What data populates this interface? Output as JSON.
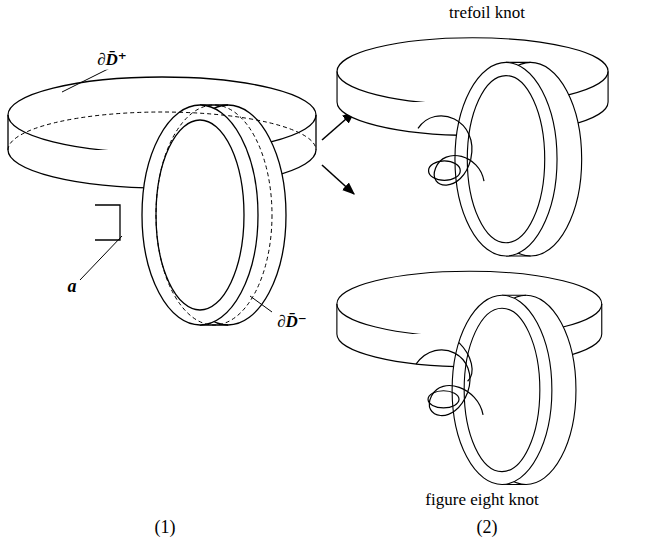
{
  "diagram": {
    "labels": [
      "∂D̄⁺",
      "a",
      "∂D̄⁻",
      "trefoil knot",
      "figure eight knot",
      "(1)",
      "(2)"
    ]
  }
}
